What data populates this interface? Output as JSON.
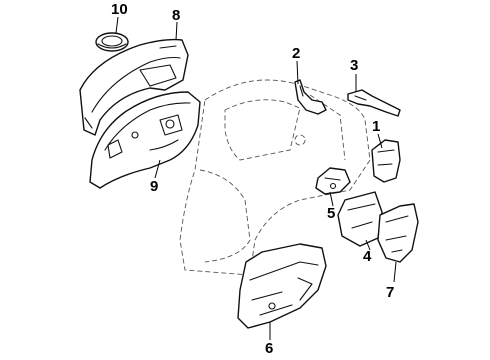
{
  "diagram": {
    "callouts": [
      {
        "id": "1",
        "text": "1"
      },
      {
        "id": "2",
        "text": "2"
      },
      {
        "id": "3",
        "text": "3"
      },
      {
        "id": "4",
        "text": "4"
      },
      {
        "id": "5",
        "text": "5"
      },
      {
        "id": "6",
        "text": "6"
      },
      {
        "id": "7",
        "text": "7"
      },
      {
        "id": "8",
        "text": "8"
      },
      {
        "id": "9",
        "text": "9"
      },
      {
        "id": "10",
        "text": "10"
      }
    ],
    "colors": {
      "line": "#111111",
      "background": "#ffffff"
    }
  }
}
